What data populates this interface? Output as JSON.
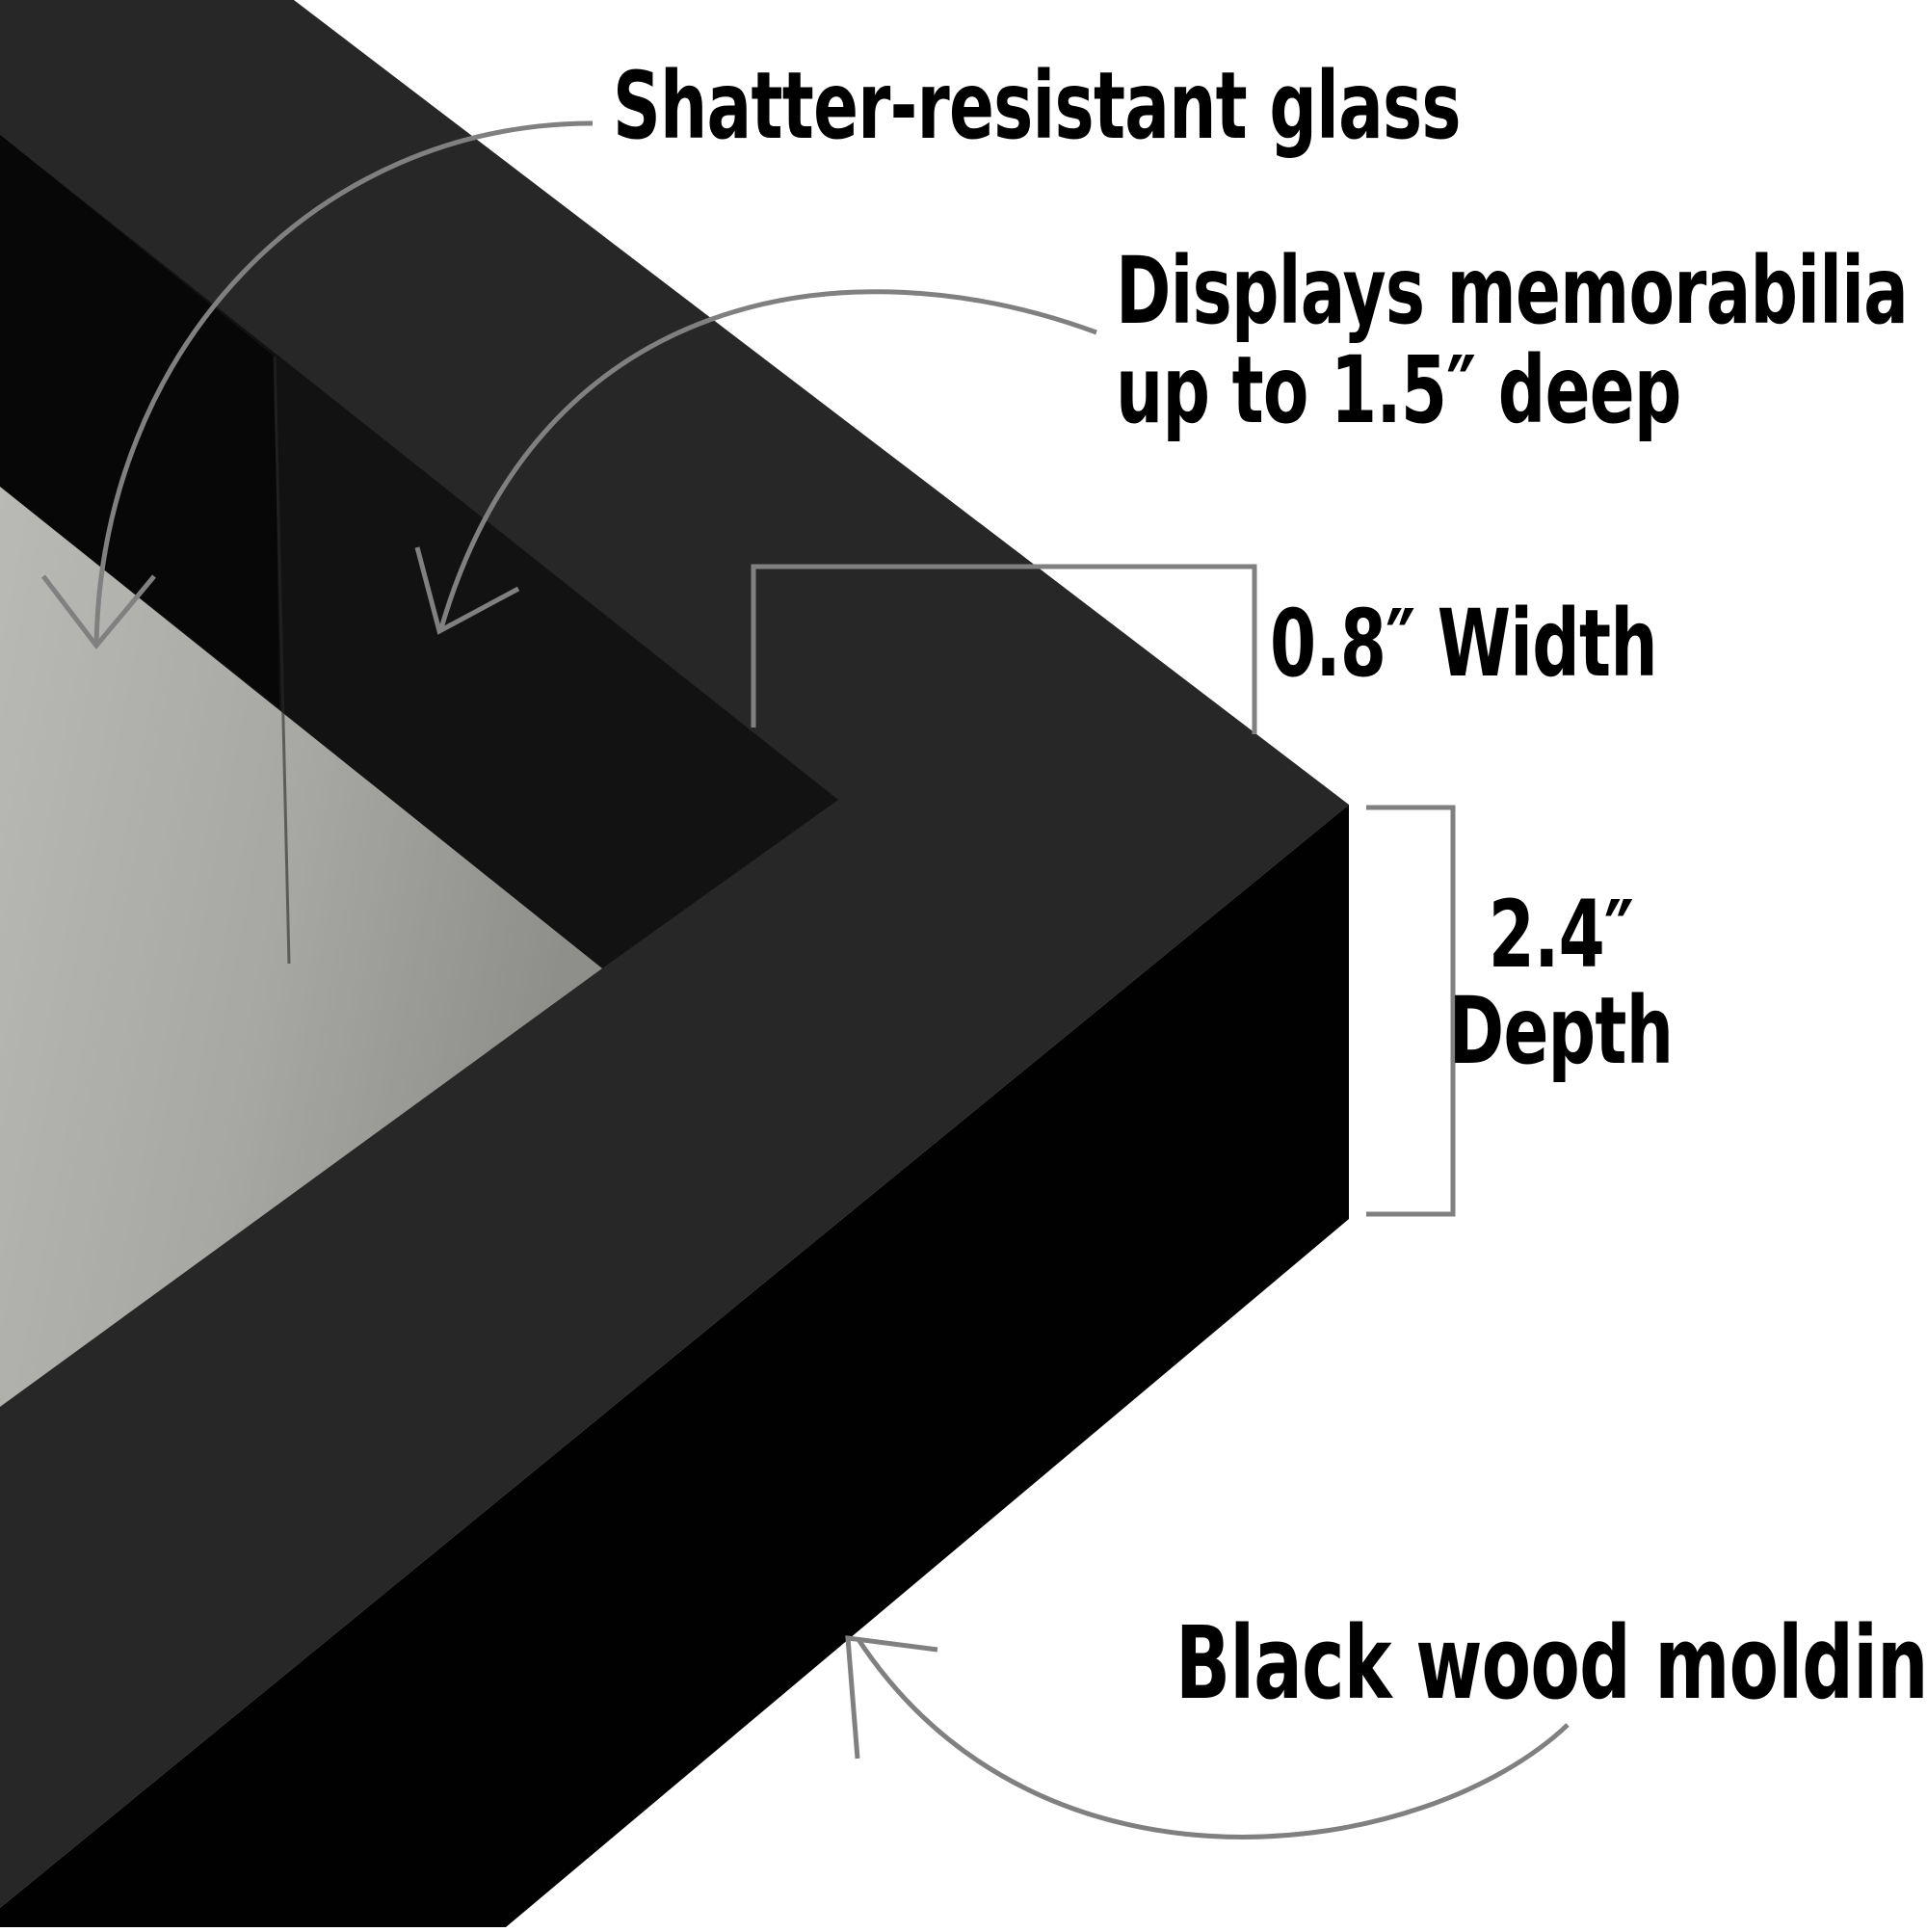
{
  "colors": {
    "background": "#ffffff",
    "frame_face": "#272727",
    "frame_side": "#010101",
    "inner_wall": "#121212",
    "backing": "#a9a9a6",
    "callout_line": "#808080",
    "text": "#000000"
  },
  "labels": {
    "glass": "Shatter-resistant glass",
    "depth_capacity_line1": "Displays memorabilia",
    "depth_capacity_line2": "up to 1.5″ deep",
    "width": "0.8″ Width",
    "depth_line1": "2.4″",
    "depth_line2": "Depth",
    "molding": "Black wood molding"
  }
}
